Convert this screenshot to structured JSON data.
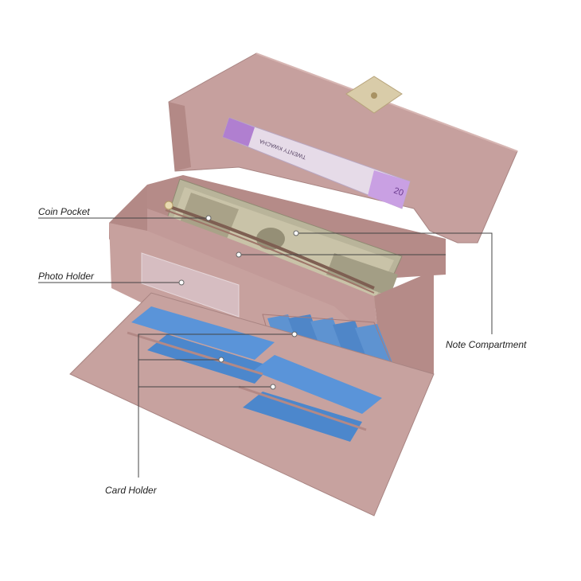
{
  "labels": {
    "coin_pocket": "Coin Pocket",
    "photo_holder": "Photo Holder",
    "note_compartment": "Note Compartment",
    "card_holder": "Card Holder"
  },
  "banknote": {
    "denomination": "20",
    "text": "TWENTY KWACHA"
  },
  "colors": {
    "leather": "#c29a98",
    "leather_dark": "#a77c7a",
    "leather_inner": "#b88c89",
    "card_blue": "#5b93d6",
    "clasp_gold": "#d8c9a6",
    "money_green": "#b7b59a"
  }
}
